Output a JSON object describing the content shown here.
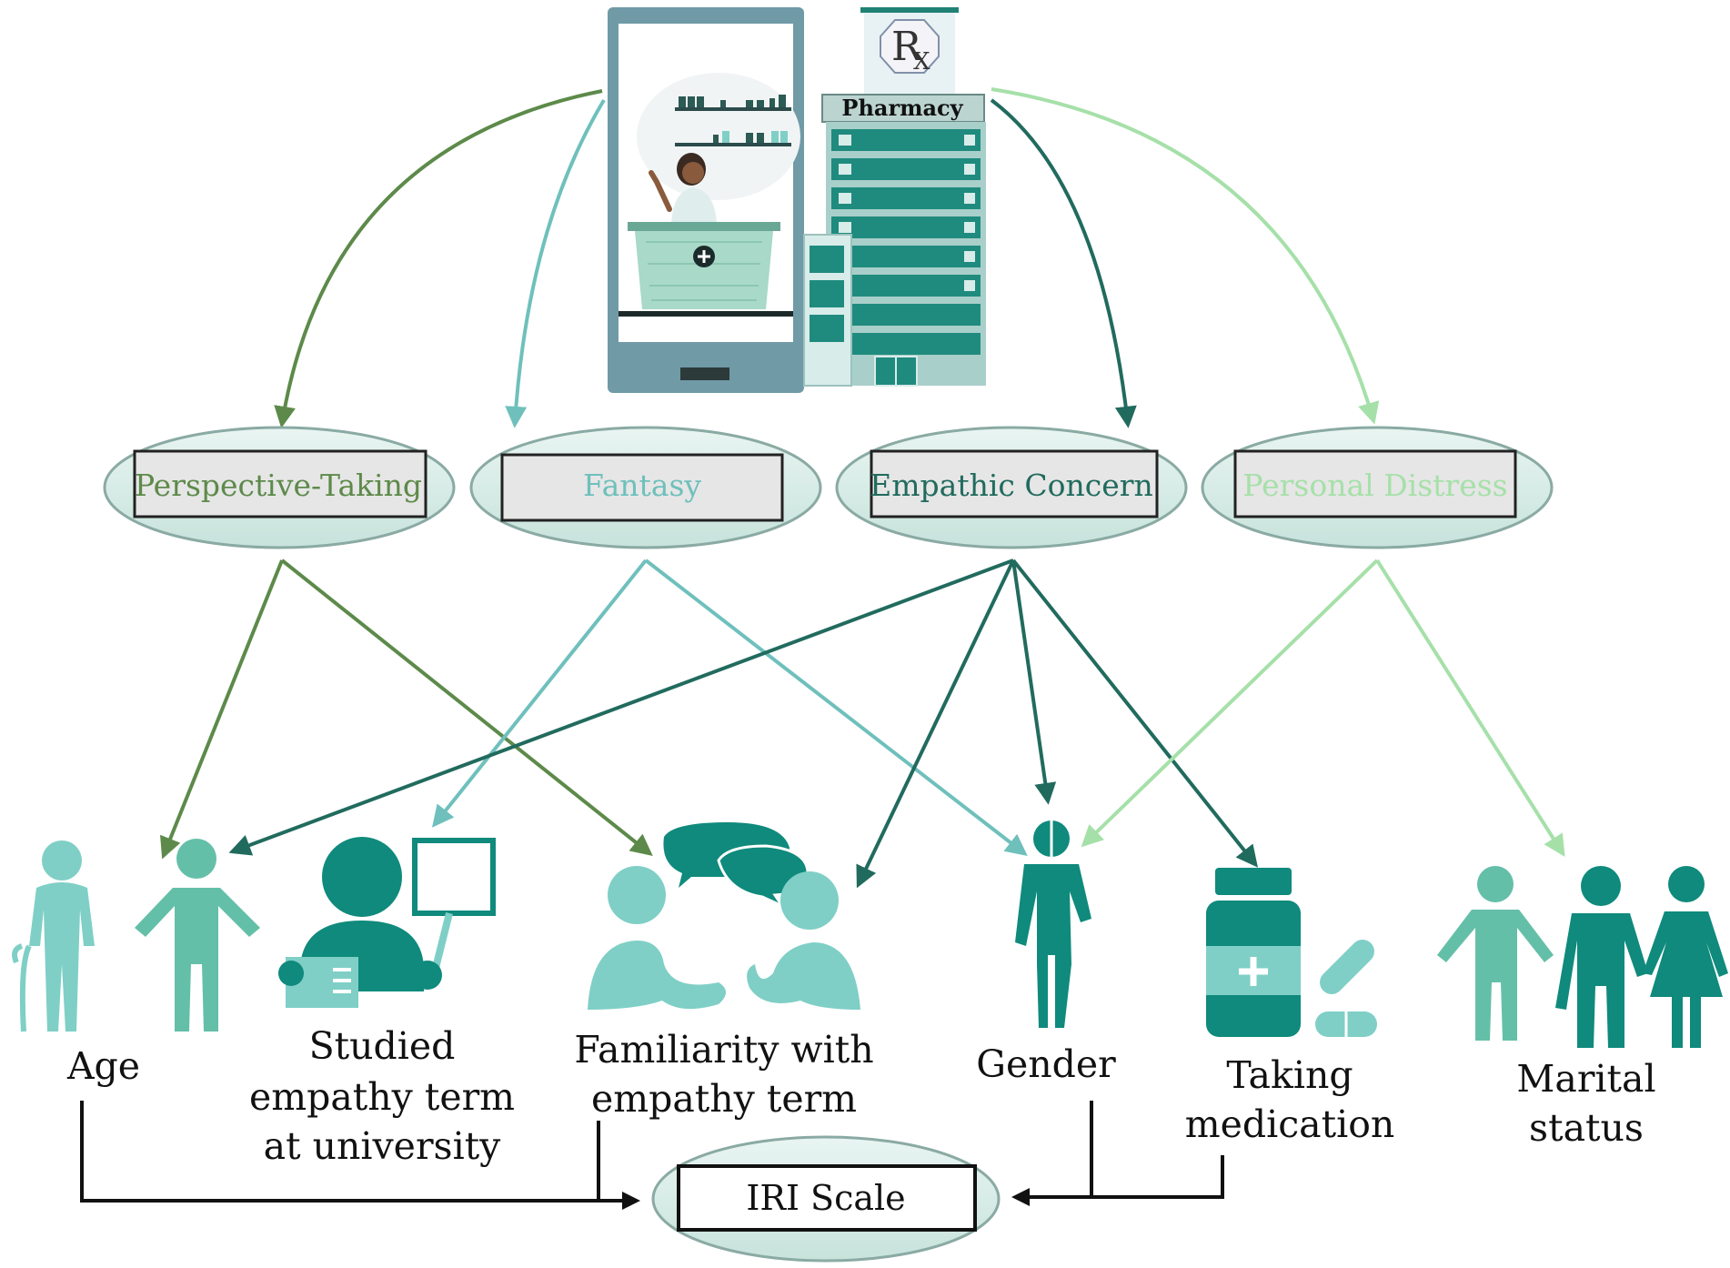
{
  "illustration": {
    "rx_symbol": "R",
    "rx_sub": "X",
    "pharmacy_sign": "Pharmacy"
  },
  "dimensions": [
    {
      "id": "pt",
      "label": "Perspective-Taking",
      "color": "#5d8a4a"
    },
    {
      "id": "fa",
      "label": "Fantasy",
      "color": "#6fc0bc"
    },
    {
      "id": "ec",
      "label": "Empathic Concern",
      "color": "#216b5e"
    },
    {
      "id": "pd",
      "label": "Personal Distress",
      "color": "#a6e0a9"
    }
  ],
  "factors": [
    {
      "id": "age",
      "lines": [
        "Age"
      ],
      "icon": "age-people-icon"
    },
    {
      "id": "studied",
      "lines": [
        "Studied",
        "empathy term",
        "at university"
      ],
      "icon": "student-reading-icon"
    },
    {
      "id": "familiarity",
      "lines": [
        "Familiarity with",
        "empathy term"
      ],
      "icon": "conversation-icon"
    },
    {
      "id": "gender",
      "lines": [
        "Gender"
      ],
      "icon": "gender-icon"
    },
    {
      "id": "medication",
      "lines": [
        "Taking",
        "medication"
      ],
      "icon": "medication-bottle-icon"
    },
    {
      "id": "marital",
      "lines": [
        "Marital",
        "status"
      ],
      "icon": "couple-icon"
    }
  ],
  "outcome": {
    "label": "IRI Scale"
  },
  "colors": {
    "pill_fill": "#d5ece6",
    "pill_stroke": "#8aaaa3",
    "box_fill": "#e6e6e6",
    "teal_dark": "#0f8a7c",
    "teal_light": "#7fcfc6",
    "teal_mid": "#4fb3a7",
    "frame_grey": "#6f9aa6"
  }
}
